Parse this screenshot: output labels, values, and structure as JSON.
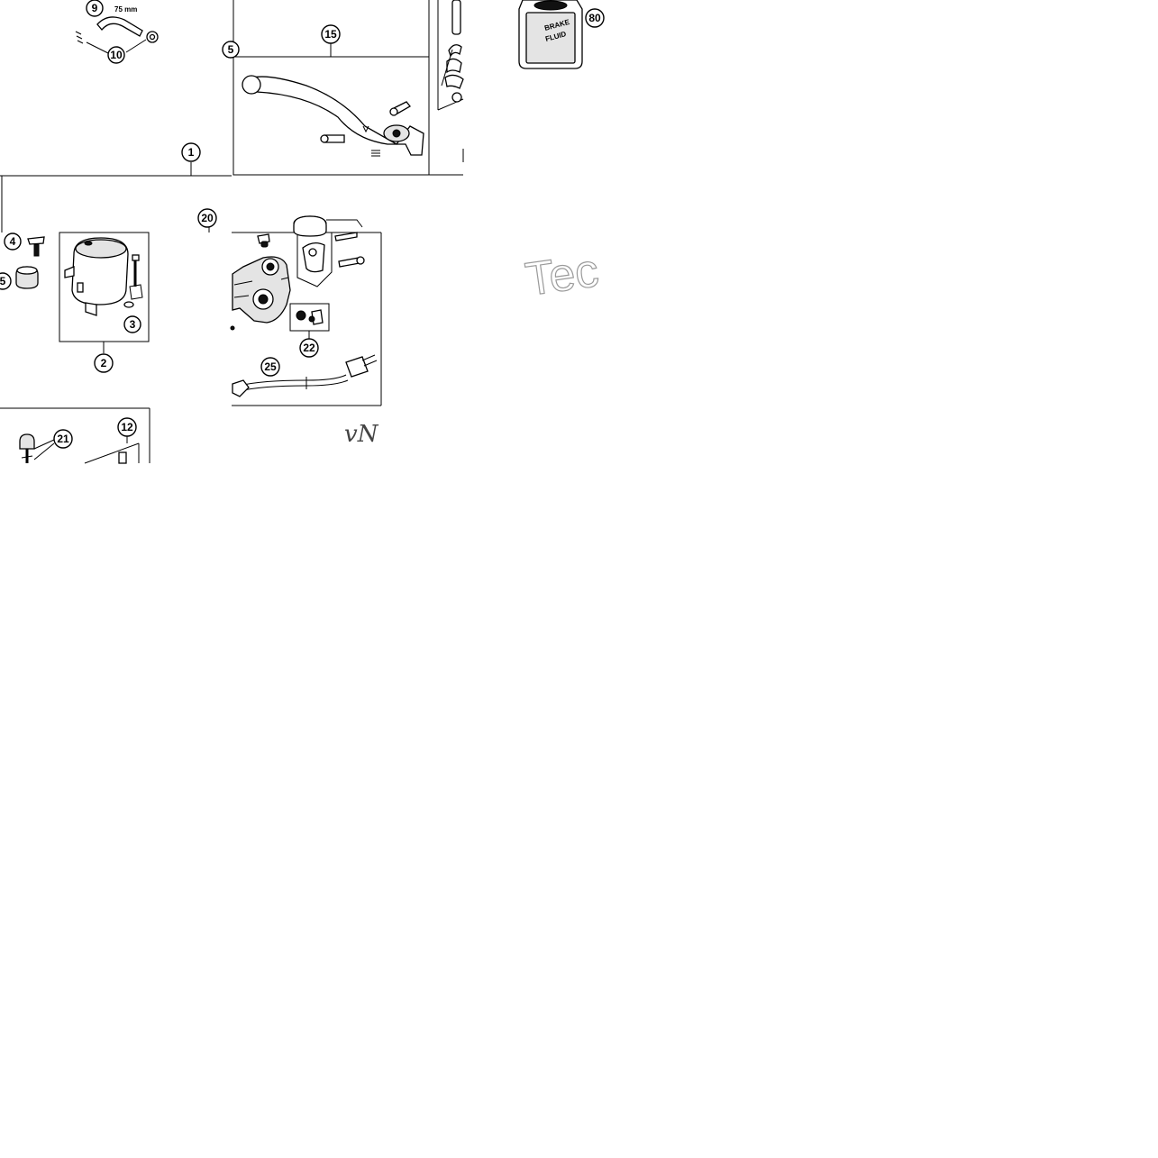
{
  "callouts": {
    "c1": "1",
    "c2": "2",
    "c3": "3",
    "c4": "4",
    "c5": "5",
    "c6": "5",
    "c9": "9",
    "c10": "10",
    "c12": "12",
    "c15": "15",
    "c20": "20",
    "c21": "21",
    "c22": "22",
    "c25": "25",
    "c80": "80"
  },
  "hose_length_label": "75 mm",
  "fluid_can_label": [
    "BRAKE",
    "FLUID"
  ],
  "watermark_1": "Tec",
  "watermark_2": "vN"
}
